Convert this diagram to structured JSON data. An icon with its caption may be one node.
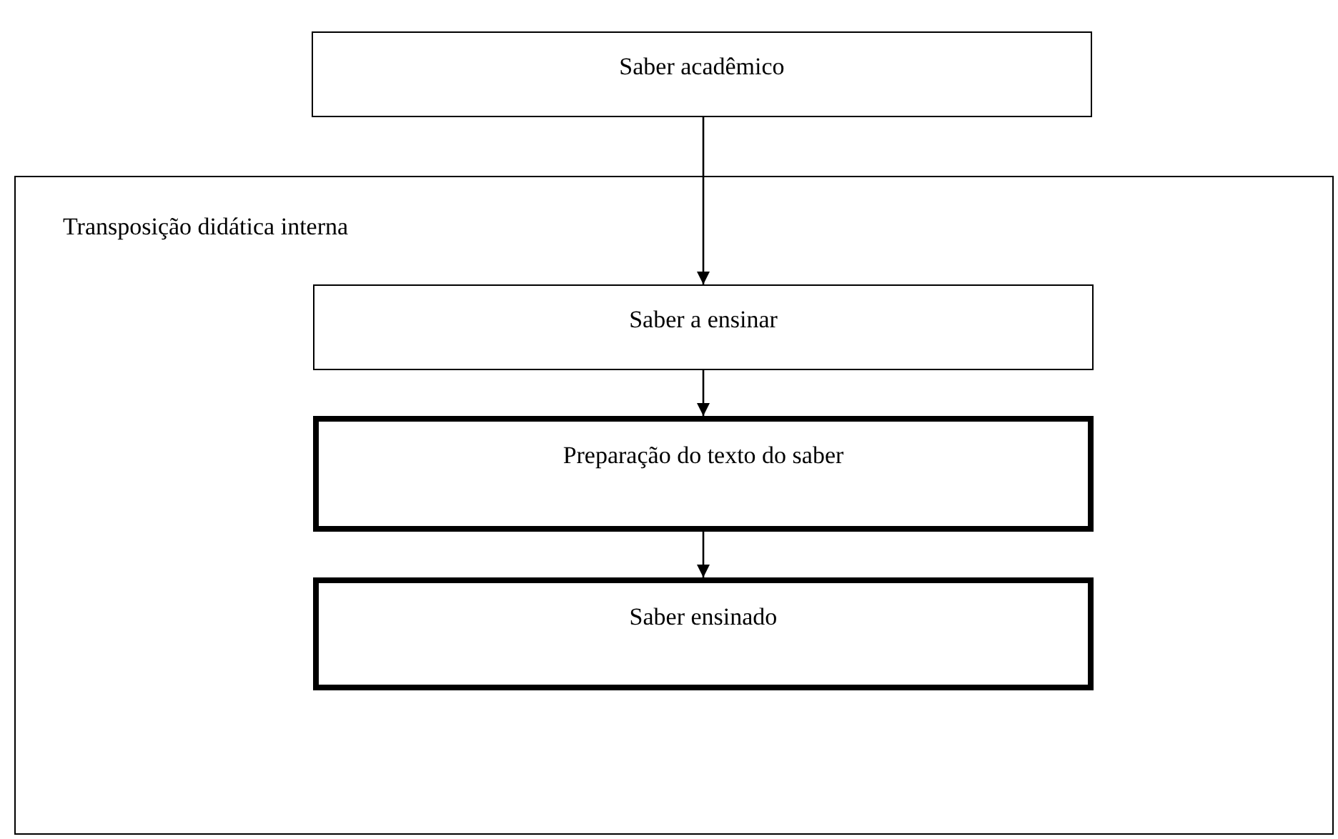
{
  "diagram": {
    "nodes": [
      {
        "text": [
          "Saber acadêmico"
        ]
      },
      {
        "text": [
          "Transposição didática interna"
        ]
      },
      {
        "text": [
          "Saber a ensinar"
        ],
        "in": 1
      },
      {
        "text": [
          "Preparação do texto do saber"
        ],
        "in": 1
      },
      {
        "text": [
          "Saber ensinado"
        ],
        "in": 1
      }
    ],
    "edges": [
      {
        "from": 0,
        "to": 2,
        "arrow": "to"
      },
      {
        "from": 2,
        "to": 3,
        "arrow": "to"
      },
      {
        "from": 3,
        "to": 4,
        "arrow": "to"
      }
    ]
  }
}
